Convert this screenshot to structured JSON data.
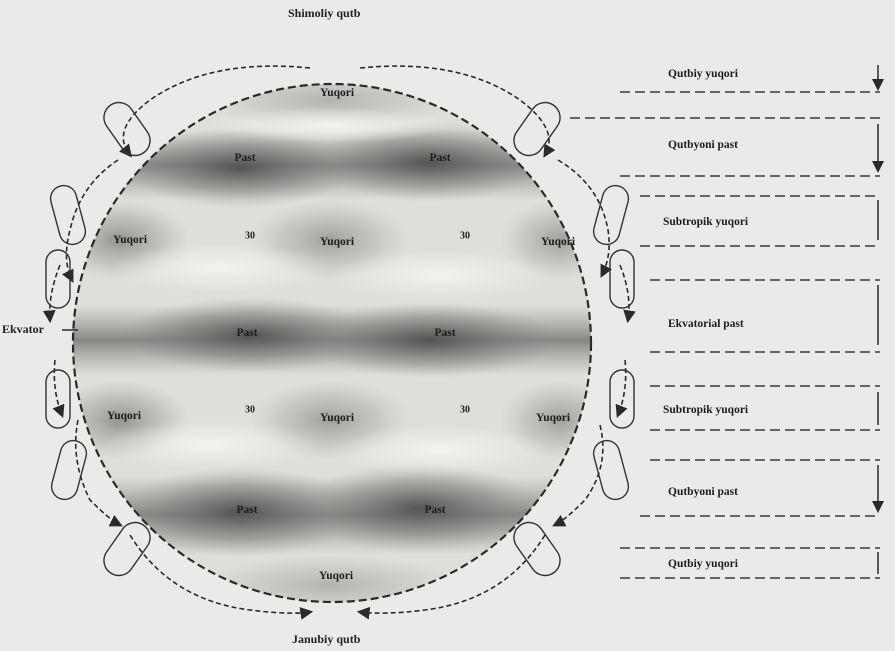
{
  "poles": {
    "north": "Shimoliy qutb",
    "south": "Janubiy qutb",
    "equator": "Ekvator"
  },
  "zones": [
    {
      "id": "polar-high-north",
      "label": "Yuqori"
    },
    {
      "id": "low-north-1",
      "label": "Past"
    },
    {
      "id": "low-north-2",
      "label": "Past"
    },
    {
      "id": "high-north-1",
      "label": "Yuqori"
    },
    {
      "id": "high-north-2",
      "label": "Yuqori"
    },
    {
      "id": "high-north-3",
      "label": "Yuqori"
    },
    {
      "id": "low-eq-1",
      "label": "Past"
    },
    {
      "id": "low-eq-2",
      "label": "Past"
    },
    {
      "id": "high-south-1",
      "label": "Yuqori"
    },
    {
      "id": "high-south-2",
      "label": "Yuqori"
    },
    {
      "id": "high-south-3",
      "label": "Yuqori"
    },
    {
      "id": "low-south-1",
      "label": "Past"
    },
    {
      "id": "low-south-2",
      "label": "Past"
    },
    {
      "id": "polar-high-south",
      "label": "Yuqori"
    }
  ],
  "latitudes": [
    {
      "id": "lat-north-1",
      "label": "30"
    },
    {
      "id": "lat-north-2",
      "label": "30"
    },
    {
      "id": "lat-south-1",
      "label": "30"
    },
    {
      "id": "lat-south-2",
      "label": "30"
    }
  ],
  "belts": [
    {
      "id": "polar-high-n",
      "label": "Qutbiy yuqori"
    },
    {
      "id": "subpolar-low-n",
      "label": "Qutbyoni past"
    },
    {
      "id": "subtropical-high-n",
      "label": "Subtropik yuqori"
    },
    {
      "id": "equatorial-low",
      "label": "Ekvatorial past"
    },
    {
      "id": "subtropical-high-s",
      "label": "Subtropik yuqori"
    },
    {
      "id": "subpolar-low-s",
      "label": "Qutbyoni past"
    },
    {
      "id": "polar-high-s",
      "label": "Qutbiy yuqori"
    }
  ],
  "colors": {
    "background": "#eceae8",
    "globe_light": "#e4e2df",
    "band_dark": "#6e6c6a",
    "outline": "#2a2a2a"
  }
}
